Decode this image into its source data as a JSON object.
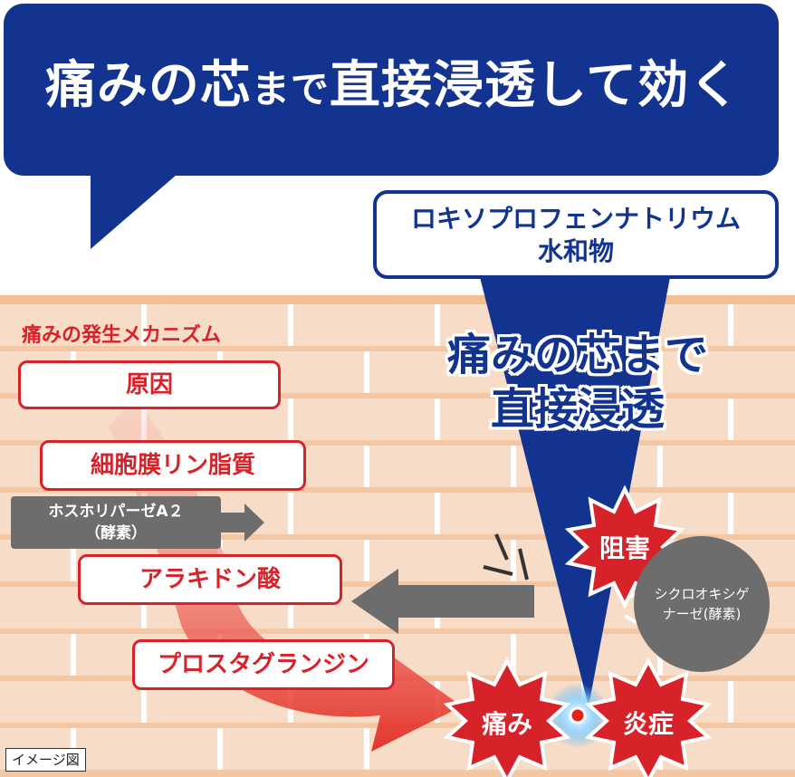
{
  "headline": {
    "main_a": "痛みの芯",
    "small": "まで",
    "main_b": "直接浸透して効く"
  },
  "drug_label": {
    "line1": "ロキソプロフェンナトリウム",
    "line2": "水和物"
  },
  "penetration_text": {
    "line1": "痛みの芯まで",
    "line2": "直接浸透"
  },
  "mechanism": {
    "title": "痛みの発生メカニズム",
    "cause": "原因",
    "lipid": "細胞膜リン脂質",
    "phospholipase": {
      "line1": "ホスホリパーゼA２",
      "line2": "（酵素）"
    },
    "arachidonic": "アラキドン酸",
    "prostaglandin": "プロスタグランジン"
  },
  "inhibit_label": "阻害",
  "cox": {
    "line1": "シクロオキシゲ",
    "line2": "ナーゼ(酵素)"
  },
  "pain_label": "痛み",
  "inflammation_label": "炎症",
  "image_note": "イメージ図",
  "colors": {
    "navy": "#12338f",
    "red": "#d8222a",
    "gray": "#6d6d6d",
    "brick": "#f7dcc7"
  }
}
